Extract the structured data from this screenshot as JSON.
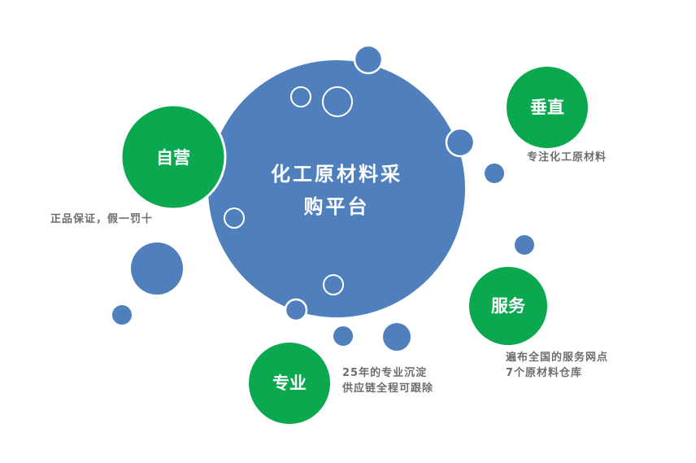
{
  "center": {
    "title_line1": "化工原材料采",
    "title_line2": "购平台"
  },
  "features": [
    {
      "label": "自营",
      "caption": [
        "正品保证，假一罚十"
      ]
    },
    {
      "label": "垂直",
      "caption": [
        "专注化工原材料"
      ]
    },
    {
      "label": "服务",
      "caption": [
        "遍布全国的服务网点",
        "7个原材料仓库"
      ]
    },
    {
      "label": "专业",
      "caption": [
        "25年的专业沉淀",
        "供应链全程可跟除"
      ]
    }
  ],
  "colors": {
    "center_fill": "#4f7fbd",
    "feature_fill": "#0aa84f",
    "bubble_fill": "#4f7fbd",
    "ring_stroke": "#ffffff",
    "caption_text": "#6e6e6e"
  }
}
